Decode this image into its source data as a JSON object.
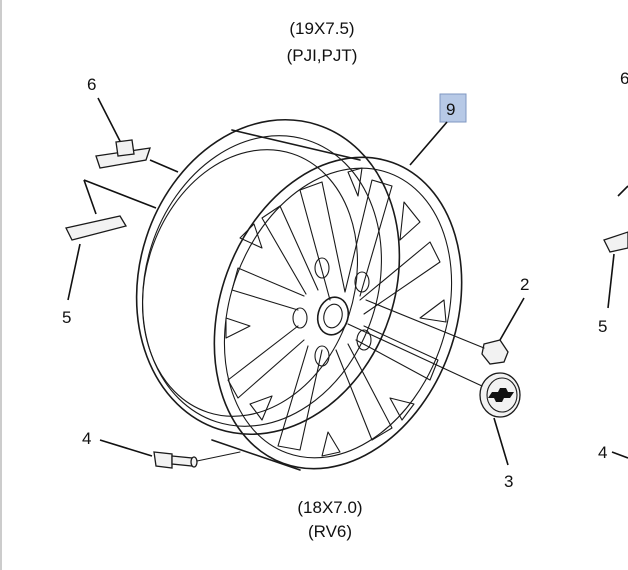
{
  "specs": {
    "top_size": "(19X7.5)",
    "top_codes": "(PJI,PJT)",
    "bottom_size": "(18X7.0)",
    "bottom_codes": "(RV6)"
  },
  "callouts": {
    "c9": "9",
    "c6": "6",
    "c5": "5",
    "c2": "2",
    "c4": "4",
    "c3": "3"
  },
  "edge_callouts": {
    "right_6": "6",
    "right_5": "5",
    "right_4": "4"
  },
  "colors": {
    "highlight_box": "#b7c9e6",
    "ink": "#1a1a1a"
  }
}
